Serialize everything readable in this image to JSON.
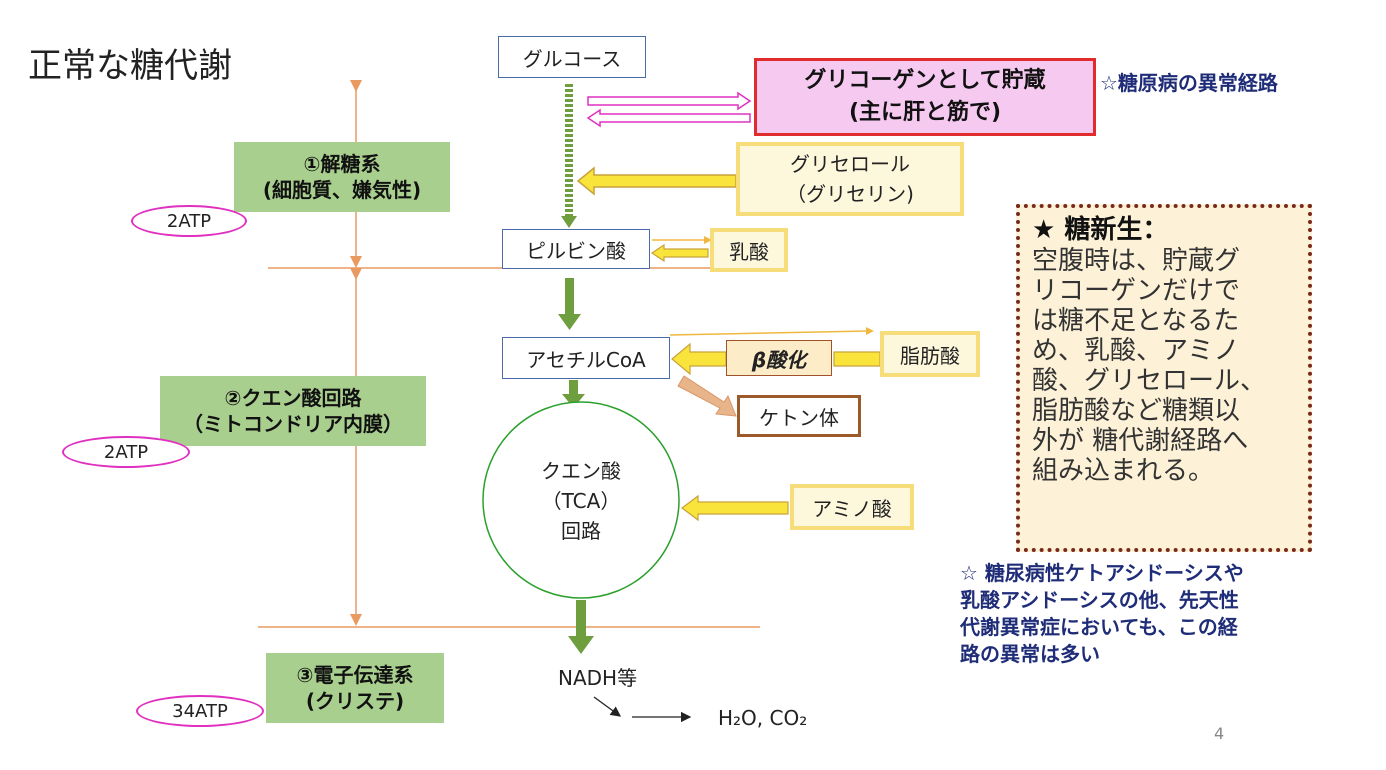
{
  "title": "正常な糖代謝",
  "stages": {
    "glycolysis": {
      "line1": "①解糖系",
      "line2": "(細胞質、嫌気性)",
      "atp": "2ATP"
    },
    "tca": {
      "line1": "②クエン酸回路",
      "line2": "（ミトコンドリア内膜）",
      "atp": "2ATP"
    },
    "etc": {
      "line1": "③電子伝達系",
      "line2": "(クリステ)",
      "atp": "34ATP"
    }
  },
  "nodes": {
    "glucose": "グルコース",
    "pyruvate": "ピルビン酸",
    "acetyl_coa": "アセチルCoA",
    "tca_line1": "クエン酸",
    "tca_line2": "（TCA）",
    "tca_line3": "回路",
    "nadh": "NADH等",
    "products": "H₂O, CO₂"
  },
  "glycogen": {
    "line1": "グリコーゲンとして貯蔵",
    "line2": "(主に肝と筋で)"
  },
  "diabetes_note": "☆糖原病の異常経路",
  "inputs": {
    "glycerol_line1": "グリセロール",
    "glycerol_line2": "（グリセリン)",
    "lactate": "乳酸",
    "fatty_acid": "脂肪酸",
    "beta_oxidation": "β酸化",
    "ketone": "ケトン体",
    "amino_acid": "アミノ酸"
  },
  "gluconeogenesis": {
    "heading": "★ 糖新生：",
    "lines": [
      "空腹時は、貯蔵グ",
      "リコーゲンだけで",
      "は糖不足となるた",
      "め、乳酸、アミノ",
      "酸、グリセロール、",
      "脂肪酸など糖類以",
      "外が 糖代謝経路へ",
      "組み込まれる。"
    ]
  },
  "bottom_note": {
    "lines": [
      "☆ 糖尿病性ケトアシドーシスや",
      "乳酸アシドーシスの他、先天性",
      "代謝異常症においても、この経",
      "路の異常は多い"
    ]
  },
  "page_number": "4",
  "colors": {
    "stage_green": "#a9cf8f",
    "atp_oval": "#e030c0",
    "note_blue": "#1f2d78",
    "glycogen_fill": "#f5c9f0",
    "glycogen_border": "#e02c2c",
    "input_yellow": "#f6dd7a",
    "main_arrow": "#6f9e3f",
    "divider": "#e89a60"
  }
}
